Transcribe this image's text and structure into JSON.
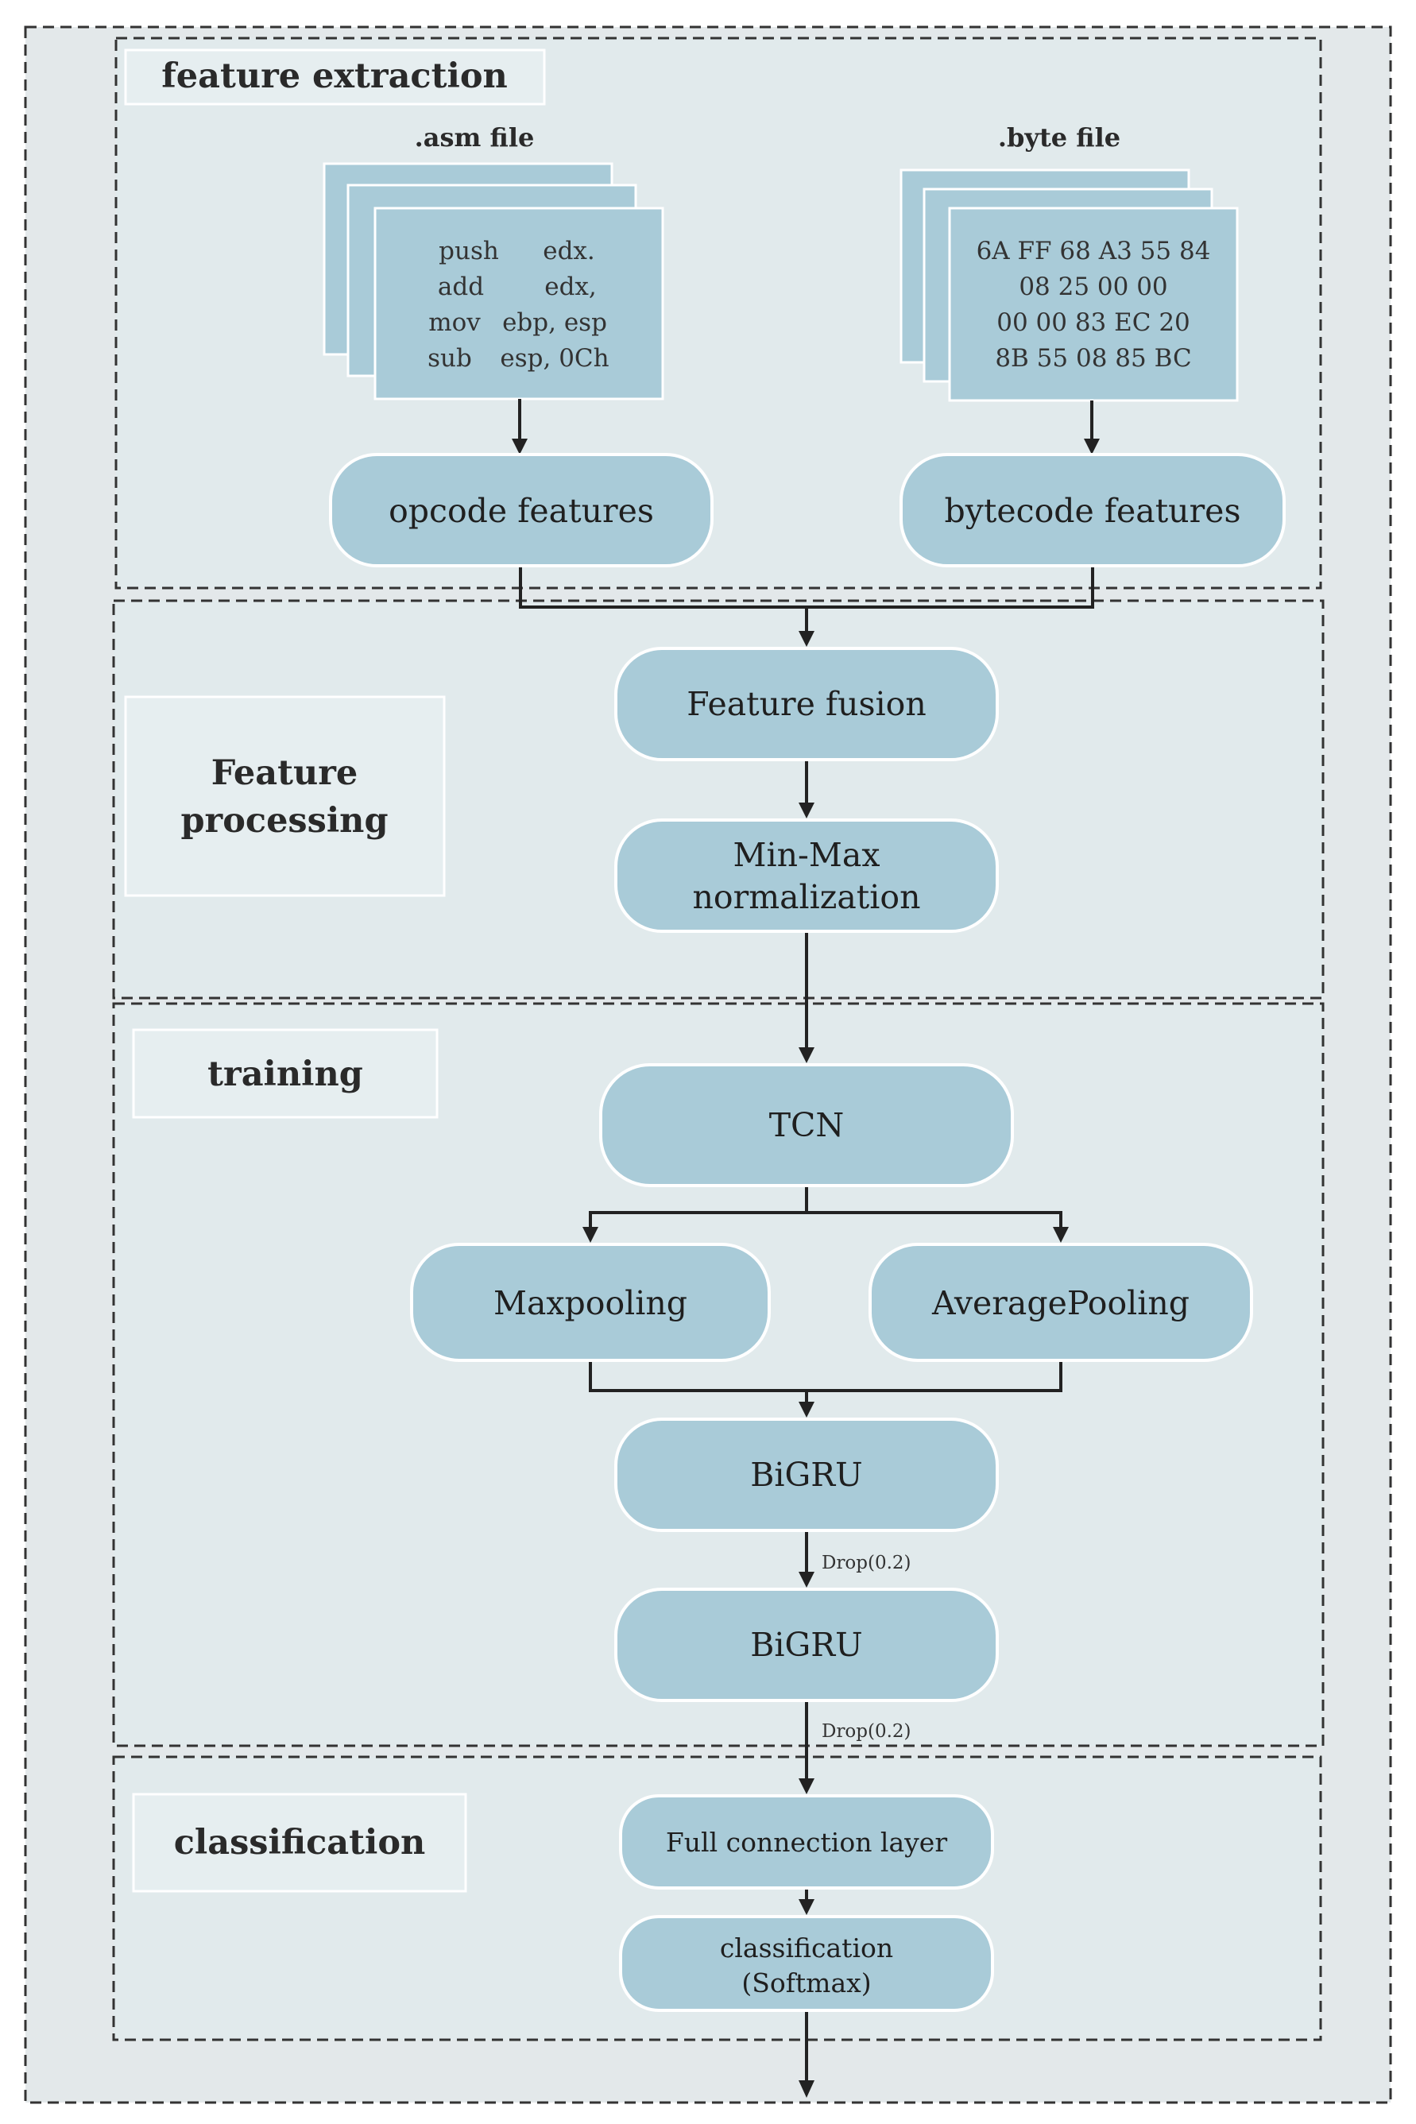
{
  "sections": {
    "feature_extraction": "feature extraction",
    "feature_processing_line1": "Feature",
    "feature_processing_line2": "processing",
    "training": "training",
    "classification": "classification"
  },
  "files": {
    "asm": {
      "title": ".asm file",
      "lines": [
        [
          "push",
          "edx."
        ],
        [
          "add",
          "edx,"
        ],
        [
          "mov",
          "ebp, esp"
        ],
        [
          "sub",
          "esp, 0Ch"
        ]
      ]
    },
    "byte": {
      "title": ".byte file",
      "lines": [
        "6A FF 68 A3 55 84",
        "08 25 00 00",
        "00 00 83 EC 20",
        "8B 55 08 85 BC"
      ]
    }
  },
  "nodes": {
    "opcode_features": "opcode features",
    "bytecode_features": "bytecode features",
    "feature_fusion": "Feature fusion",
    "minmax_line1": "Min-Max",
    "minmax_line2": "normalization",
    "tcn": "TCN",
    "maxpooling": "Maxpooling",
    "averagepooling": "AveragePooling",
    "bigru_1": "BiGRU",
    "bigru_2": "BiGRU",
    "full_connection": "Full connection layer",
    "softmax_line1": "classification",
    "softmax_line2": "(Softmax)"
  },
  "edge_labels": {
    "drop_1": "Drop(0.2)",
    "drop_2": "Drop(0.2)"
  },
  "colors": {
    "node_fill": "#a9cbd8",
    "section_fill": "#e1eaec",
    "outer_fill": "#e3e8ea"
  }
}
